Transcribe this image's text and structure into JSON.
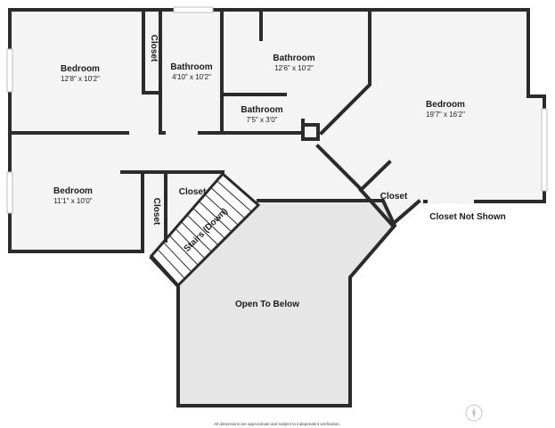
{
  "colors": {
    "wall": "#2b2b2b",
    "floor": "#f4f4f4",
    "open_area": "#e6e6e6",
    "window": "#bdbdbd",
    "text": "#1b1b1b",
    "background": "#ffffff"
  },
  "rooms": {
    "bedroom_1": {
      "name": "Bedroom",
      "dims": "12'8\" x 10'2\""
    },
    "closet_1": {
      "name": "Closet"
    },
    "bathroom_1": {
      "name": "Bathroom",
      "dims": "4'10\" x 10'2\""
    },
    "bathroom_2": {
      "name": "Bathroom",
      "dims": "12'6\" x 10'2\""
    },
    "bathroom_3": {
      "name": "Bathroom",
      "dims": "7'5\" x 3'0\""
    },
    "bedroom_2": {
      "name": "Bedroom",
      "dims": "19'7\" x 16'2\""
    },
    "bedroom_3": {
      "name": "Bedroom",
      "dims": "11'1\" x 10'0\""
    },
    "closet_2": {
      "name": "Closet"
    },
    "closet_3": {
      "name": "Closet"
    },
    "closet_4": {
      "name": "Closet"
    },
    "stairs": {
      "name": "Stairs (Down)"
    },
    "open_to_below": {
      "name": "Open To Below"
    }
  },
  "annotations": {
    "closet_not_shown": "Closet Not Shown"
  },
  "footer": {
    "disclaimer": "All dimensions are approximate and subject to independent verification."
  },
  "icons": {
    "compass": "compass-icon"
  }
}
